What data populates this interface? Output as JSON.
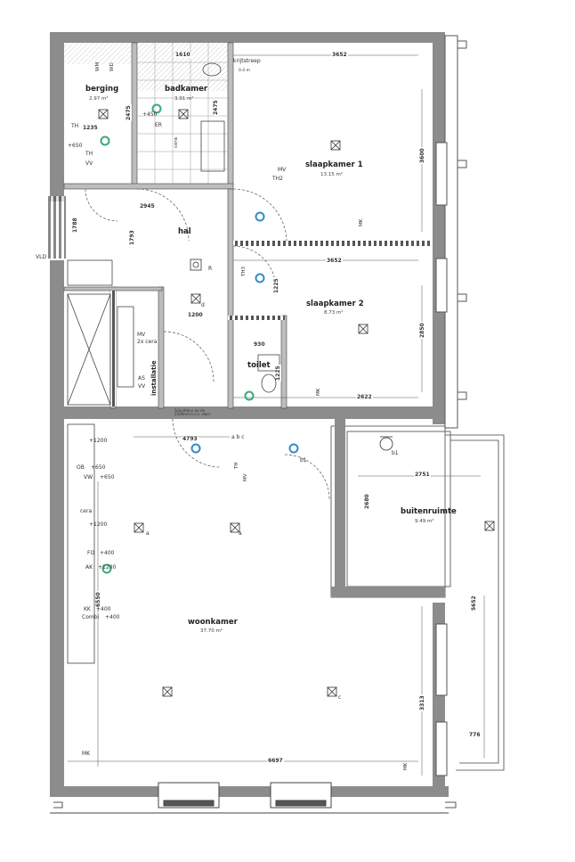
{
  "colors": {
    "wall": "#8c8c8c",
    "wall_light": "#bdbdbd",
    "line": "#3a3a3a",
    "ring_blue": "#2f8fc3",
    "ring_green": "#3aa978",
    "hatch": "#6a6a6a"
  },
  "rooms": [
    {
      "name": "berging",
      "area": "2.97 m²"
    },
    {
      "name": "badkamer",
      "area": "3.91 m²"
    },
    {
      "name": "slaapkamer 1",
      "area": "13.15 m²"
    },
    {
      "name": "hal",
      "area": ""
    },
    {
      "name": "slaapkamer 2",
      "area": "8.73 m²"
    },
    {
      "name": "toilet",
      "area": ""
    },
    {
      "name": "installatie",
      "area": ""
    },
    {
      "name": "woonkamer",
      "area": "37.70 m²"
    },
    {
      "name": "buitenruimte",
      "area": "9.49 m²"
    }
  ],
  "dimensions": [
    "1610",
    "3652",
    "2475",
    "2475",
    "1235",
    "2945",
    "1793",
    "1788",
    "3652",
    "3600",
    "1225",
    "1200",
    "930",
    "1225",
    "2622",
    "2850",
    "4793",
    "2751",
    "2680",
    "6550",
    "5652",
    "3313",
    "776",
    "6697"
  ],
  "notes": {
    "krijtstreep": "krijtstreep",
    "krijtstreep_height": "0.4 m",
    "schuifdeur": "Schuifdeur op de 2300mm t.o.v. vloer",
    "vld": "VLD",
    "r": "R"
  },
  "symbols": {
    "wm": "WM",
    "wd": "WD",
    "th": "TH",
    "th_650": "+650",
    "th_vv": "VV",
    "mv": "MV",
    "th2": "TH2",
    "th3": "TH3",
    "er": "ER",
    "h450": "+450",
    "cera": "cera",
    "mk": "MK",
    "mv2": "MV",
    "cera2": "2x cera",
    "as": "AS",
    "vv2": "VV",
    "d": "d",
    "th_bottom": "TH",
    "mv_bottom": "MV",
    "abc": "a  b  c",
    "b1": "b1",
    "b1b": "b1",
    "a": "a",
    "c": "c",
    "h1200_1": "+1200",
    "ob": "OB",
    "h650_2": "+650",
    "vw": "VW",
    "h650_3": "+650",
    "cera3": "cera",
    "h1200_2": "+1200",
    "fo": "FO",
    "h400_1": "+400",
    "ak": "AK",
    "h1200_3": "+1200",
    "kk": "KK",
    "h400_2": "+400",
    "combi": "Combi",
    "h400_3": "+400",
    "mk_left": "MK",
    "mk_woon": "MK",
    "mk_sk1": "MK",
    "mk_toilet": "MK"
  }
}
